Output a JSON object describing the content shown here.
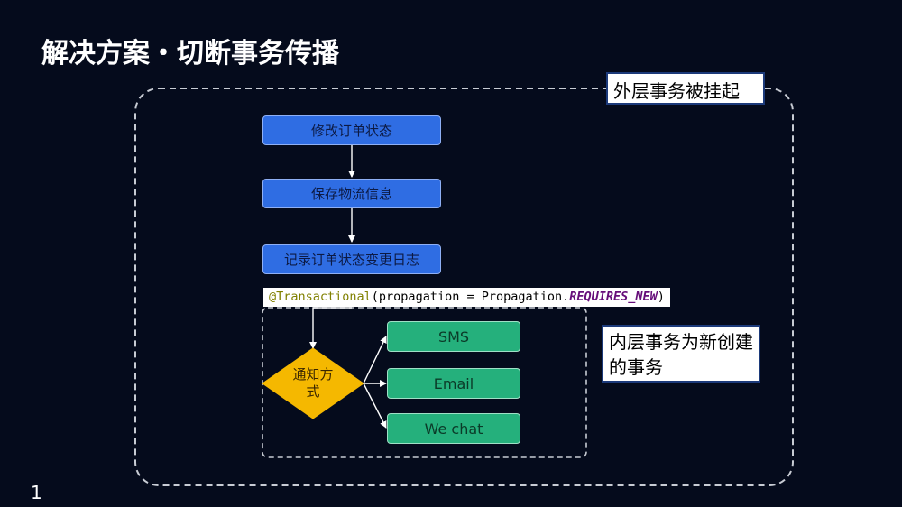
{
  "slide": {
    "title": "解决方案・切断事务传播",
    "page_number": "1"
  },
  "flow": {
    "steps": [
      "修改订单状态",
      "保存物流信息",
      "记录订单状态变更日志"
    ],
    "annotation": {
      "at_name": "@Transactional",
      "open": "(propagation = Propagation.",
      "constant": "REQUIRES_NEW",
      "close": ")"
    },
    "decision": "通知方式",
    "channels": [
      "SMS",
      "Email",
      "We chat"
    ]
  },
  "callouts": {
    "outer": "外层事务被挂起",
    "inner": "内层事务为新创建的事务"
  },
  "colors": {
    "background": "#050b1c",
    "step_box": "#2f6de3",
    "channel_box": "#25b07c",
    "decision": "#f5b800",
    "dashed_border": "#c8ccd4"
  }
}
